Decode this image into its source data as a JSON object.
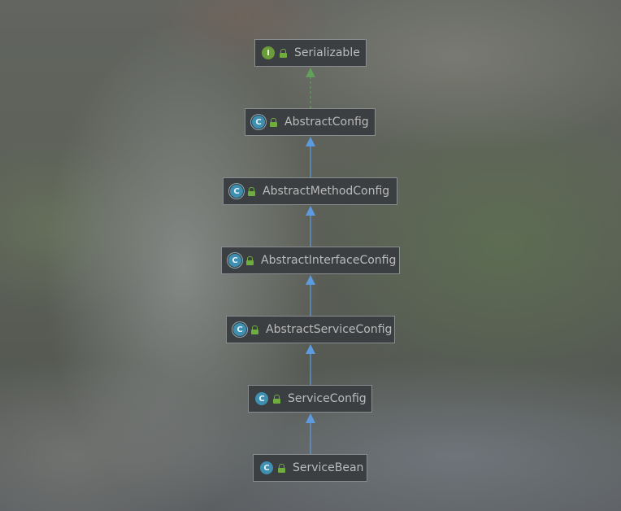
{
  "diagram": {
    "nodes": [
      {
        "id": "serializable",
        "label": "Serializable",
        "kind": "interface",
        "icon_letter": "I"
      },
      {
        "id": "abstract-config",
        "label": "AbstractConfig",
        "kind": "abstract-class",
        "icon_letter": "C"
      },
      {
        "id": "abstract-method-config",
        "label": "AbstractMethodConfig",
        "kind": "abstract-class",
        "icon_letter": "C"
      },
      {
        "id": "abstract-interface-config",
        "label": "AbstractInterfaceConfig",
        "kind": "abstract-class",
        "icon_letter": "C"
      },
      {
        "id": "abstract-service-config",
        "label": "AbstractServiceConfig",
        "kind": "abstract-class",
        "icon_letter": "C"
      },
      {
        "id": "service-config",
        "label": "ServiceConfig",
        "kind": "class",
        "icon_letter": "C"
      },
      {
        "id": "service-bean",
        "label": "ServiceBean",
        "kind": "class",
        "icon_letter": "C"
      }
    ],
    "edges": [
      {
        "from": "abstract-config",
        "to": "serializable",
        "relation": "implements"
      },
      {
        "from": "abstract-method-config",
        "to": "abstract-config",
        "relation": "extends"
      },
      {
        "from": "abstract-interface-config",
        "to": "abstract-method-config",
        "relation": "extends"
      },
      {
        "from": "abstract-service-config",
        "to": "abstract-interface-config",
        "relation": "extends"
      },
      {
        "from": "service-config",
        "to": "abstract-service-config",
        "relation": "extends"
      },
      {
        "from": "service-bean",
        "to": "service-config",
        "relation": "extends"
      }
    ],
    "colors": {
      "node_bg": "#3c3f41",
      "node_border": "#8a8d8f",
      "text": "#bbbbbb",
      "implements_edge": "#62a05a",
      "extends_edge": "#5c9be0",
      "interface_icon": "#6a9c3a",
      "class_icon": "#3e8fb0",
      "access_lock": "#6fae3e"
    },
    "icons": {
      "interface": "interface-icon",
      "class": "class-icon",
      "abstract-class": "abstract-class-icon",
      "access": "public-lock-icon"
    }
  }
}
